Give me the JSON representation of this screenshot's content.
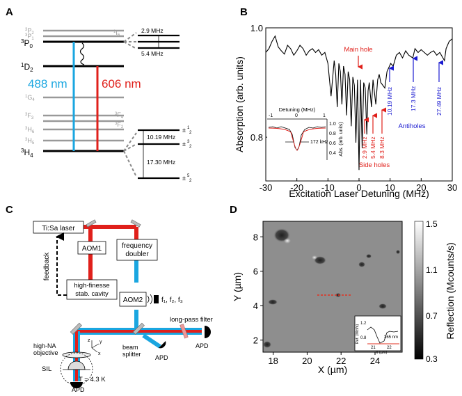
{
  "panel_labels": {
    "a": "A",
    "b": "B",
    "c": "C",
    "d": "D"
  },
  "colors": {
    "blue": "#1aa6e0",
    "red": "#e0201b",
    "gray": "#999999",
    "navy": "#1a1ad0",
    "dashed_red": "#e03020"
  },
  "panel_a": {
    "levels_left": [
      {
        "sup": "3",
        "main": "P",
        "sub": "2"
      },
      {
        "sup": "3",
        "main": "P",
        "sub": "1"
      },
      {
        "sup": "3",
        "main": "P",
        "sub": "0"
      },
      {
        "sup": "1",
        "main": "D",
        "sub": "2"
      },
      {
        "sup": "1",
        "main": "G",
        "sub": "4"
      },
      {
        "sup": "3",
        "main": "F",
        "sub": "3"
      },
      {
        "sup": "3",
        "main": "H",
        "sub": "6"
      },
      {
        "sup": "3",
        "main": "H",
        "sub": "5"
      },
      {
        "sup": "3",
        "main": "H",
        "sub": "4"
      }
    ],
    "levels_right": [
      {
        "sup": "1",
        "main": "I",
        "sub": "6"
      },
      {
        "sup": "3",
        "main": "F",
        "sub": "4"
      },
      {
        "sup": "3",
        "main": "F",
        "sub": "2"
      }
    ],
    "wavelength_blue": "488 nm",
    "wavelength_red": "606 nm",
    "upper_splittings": [
      "2.9 MHz",
      "5.4 MHz"
    ],
    "lower_splittings": [
      "10.19 MHz",
      "17.30 MHz"
    ],
    "spin_prefix": "±",
    "spin_labels": [
      {
        "num": "1",
        "den": "2"
      },
      {
        "num": "3",
        "den": "2"
      },
      {
        "num": "5",
        "den": "2"
      }
    ]
  },
  "chart_data": [
    {
      "type": "line",
      "xlabel": "Excitation Laser Detuning (MHz)",
      "ylabel": "Absorption (arb. units)",
      "xlim": [
        -30,
        30
      ],
      "ylim": [
        0.72,
        1.0
      ],
      "x_ticks": [
        "-30",
        "-20",
        "-10",
        "0",
        "10",
        "20",
        "30"
      ],
      "y_ticks": [
        "0.8",
        "1.0"
      ],
      "series": [
        {
          "x": [
            -30,
            -29,
            -28,
            -27,
            -26,
            -25,
            -24,
            -23,
            -22,
            -21,
            -20,
            -19,
            -18,
            -17,
            -16,
            -15,
            -14,
            -13,
            -12,
            -11,
            -10,
            -9,
            -8,
            -7.5,
            -7,
            -6.5,
            -6,
            -5.5,
            -5,
            -4.5,
            -4,
            -3.5,
            -3,
            -2.5,
            -2,
            -1.5,
            -1,
            -0.5,
            0,
            0.5,
            1,
            1.5,
            2,
            2.5,
            2.9,
            3.3,
            4,
            4.5,
            5.4,
            6,
            6.5,
            7,
            8.3,
            9,
            10.19,
            11,
            12,
            13,
            14,
            15,
            16,
            17.3,
            18,
            19,
            20,
            21,
            22,
            23,
            24,
            25,
            26,
            27.49,
            28,
            29,
            30
          ],
          "y": [
            0.955,
            0.962,
            0.975,
            0.985,
            0.965,
            0.958,
            0.952,
            0.968,
            0.962,
            0.95,
            0.958,
            0.968,
            0.962,
            0.95,
            0.958,
            0.962,
            0.955,
            0.96,
            0.95,
            0.955,
            0.935,
            0.875,
            0.94,
            0.915,
            0.855,
            0.935,
            0.92,
            0.86,
            0.93,
            0.915,
            0.84,
            0.92,
            0.905,
            0.82,
            0.91,
            0.895,
            0.79,
            0.905,
            0.74,
            0.905,
            0.78,
            0.9,
            0.89,
            0.805,
            0.885,
            0.9,
            0.855,
            0.905,
            0.86,
            0.905,
            0.915,
            0.9,
            0.89,
            0.92,
            0.935,
            0.93,
            0.95,
            0.955,
            0.945,
            0.958,
            0.95,
            0.945,
            0.962,
            0.955,
            0.96,
            0.955,
            0.95,
            0.955,
            0.958,
            0.95,
            0.955,
            0.94,
            0.962,
            0.975,
            0.98
          ]
        }
      ],
      "annotations": {
        "main_hole": "Main hole",
        "side_holes": "Side holes",
        "antiholes": "Antiholes",
        "side_hole_labels": [
          "2.9 MHz",
          "5.4 MHz",
          "8.3 MHz"
        ],
        "antihole_labels": [
          "10.19 MHz",
          "17.3 MHz",
          "27.49 MHz"
        ]
      },
      "inset": {
        "xlabel": "Detuning (MHz)",
        "ylabel": "Abs. (arb. units)",
        "x_ticks": [
          "-1",
          "0",
          "1"
        ],
        "y_ticks": [
          "0.4",
          "0.6",
          "0.8",
          "1.0"
        ],
        "annotation": "172 kHz"
      }
    },
    {
      "type": "heatmap",
      "xlabel": "X (µm)",
      "ylabel": "Y (µm)",
      "x_ticks": [
        "18",
        "20",
        "22",
        "24"
      ],
      "y_ticks": [
        "2",
        "4",
        "6",
        "8"
      ],
      "colorbar_label": "Reflection (Mcounts/s)",
      "colorbar_ticks": [
        "1.5",
        "1.1",
        "0.7",
        "0.3"
      ],
      "inset": {
        "xlabel": "X (µm)",
        "ylabel": "Ref. (Mct/s)",
        "x_ticks": [
          "21",
          "22"
        ],
        "y_ticks": [
          "1.2",
          "0.8"
        ],
        "annotation": "365 nm"
      }
    }
  ],
  "panel_c": {
    "laser": "Ti:Sa laser",
    "aom1": "AOM1",
    "freq_doubler_l1": "frequency",
    "freq_doubler_l2": "doubler",
    "cavity_l1": "high-finesse",
    "cavity_l2": "stab. cavity",
    "aom2": "AOM2",
    "freqs": "f₁, f₂, f₃",
    "feedback": "feedback",
    "longpass": "long-pass filter",
    "apd": "APD",
    "beamsplitter_l1": "beam",
    "beamsplitter_l2": "splitter",
    "objective_l1": "high-NA",
    "objective_l2": "objective",
    "sil": "SIL",
    "temperature": "T = 4.3 K",
    "axes_x": "x",
    "axes_y": "y",
    "axes_z": "z"
  }
}
